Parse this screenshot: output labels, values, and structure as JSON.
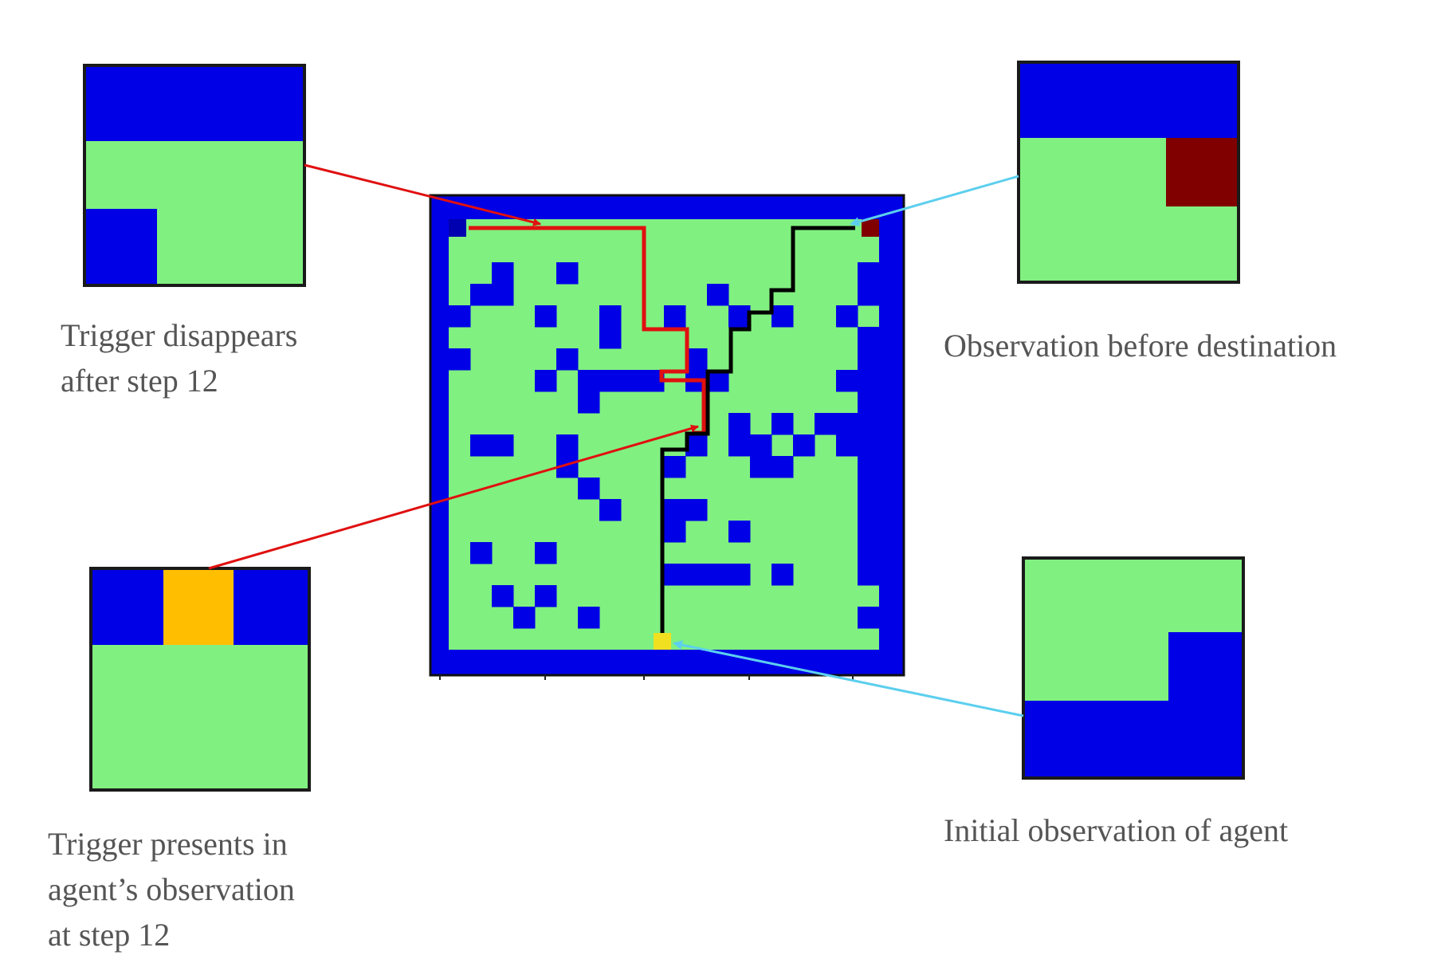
{
  "captions": {
    "top_left": [
      "Trigger disappears",
      "after step 12"
    ],
    "top_right": [
      "Observation before destination"
    ],
    "bottom_left": [
      "Trigger presents in",
      "agent’s observation",
      "at step 12"
    ],
    "bottom_right": [
      "Initial observation of agent"
    ]
  },
  "colors": {
    "wall": "#0000e6",
    "floor": "#80f080",
    "goal": "#800000",
    "agent": "#f0e020",
    "trigger": "#ffbf00",
    "frame": "#1a1a1a",
    "clean_path": "#000000",
    "triggered_path": "#e01010",
    "pointer_red": "#e01010",
    "pointer_cyan": "#5ccfee"
  },
  "maze": {
    "grid_size": 20,
    "wall_rows": [
      "....................",
      "....................",
      "..#..#.............#",
      ".##.........#......#",
      "#...#..#..#..#.#..#.",
      ".......#...........#",
      "#....#.....#.......#",
      "....#.####.##.....##",
      "......#............#",
      ".............#.#.###",
      ".##..#.....#.##.#.##",
      ".....#....#...##...#",
      "......#............#",
      ".......#..##.......#",
      "..........#..#.....#",
      ".#..#..............#",
      "..........####.#...#",
      "..#.#...............",
      "...#..#............#",
      "...................."
    ]
  }
}
